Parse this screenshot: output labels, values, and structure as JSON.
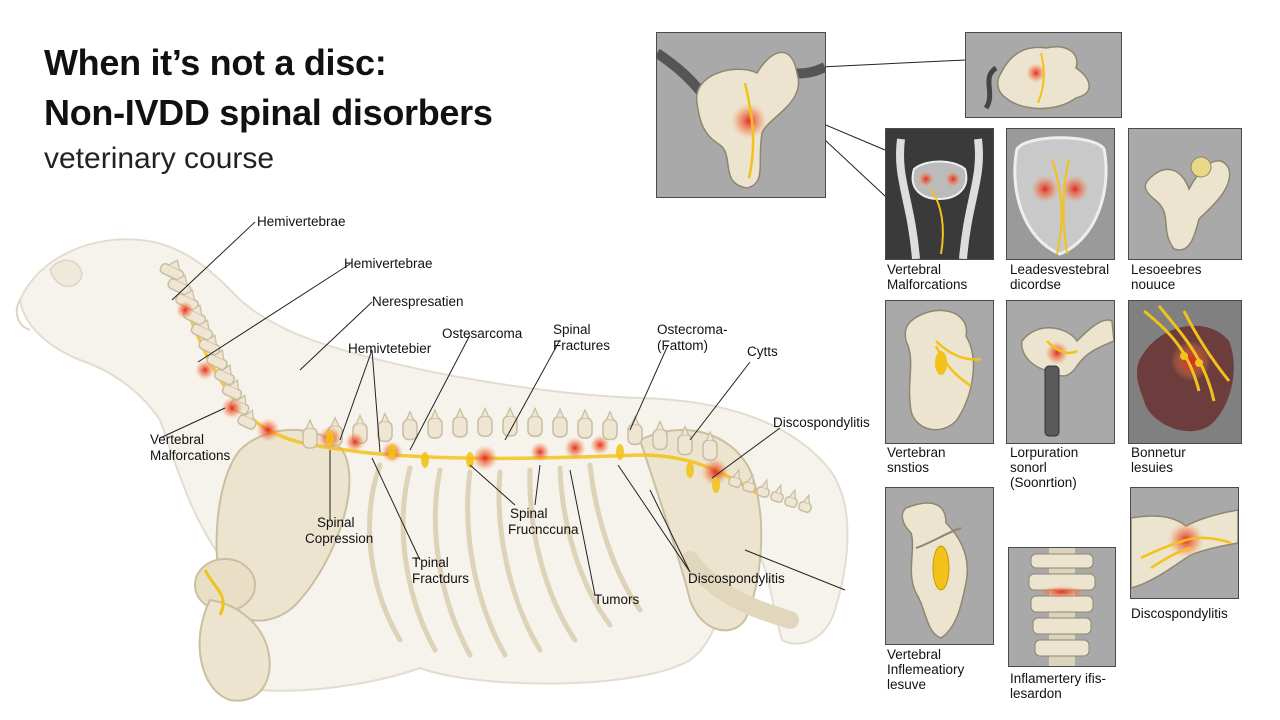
{
  "title": {
    "line1": "When it’s not a disc:",
    "line2": "Non-IVDD spinal disorbers"
  },
  "subtitle": "veterinary course",
  "labels": {
    "hemivertebrae_1": "Hemivertebrae",
    "hemivertebrae_2": "Hemivertebrae",
    "nerespresatien": "Nerespresatien",
    "osteosarcoma": "Ostesarcoma",
    "hemivertebier": "Hemivtetebier",
    "spinal_fractures_line1": "Spinal",
    "spinal_fractures_line2": "Fractures",
    "osteoma_line1": "Ostecroma-",
    "osteoma_line2": "(Fattom)",
    "cysts": "Cytts",
    "discospondylitis_1": "Discospondylitis",
    "vertebral_malf_line1": "Vertebral",
    "vertebral_malf_line2": "Malforcations",
    "spinal_comp_line1": "Spinal",
    "spinal_comp_line2": "Copression",
    "spinal_fruc_line1": "Spinal",
    "spinal_fruc_line2": "Frucnccuna",
    "tpinal_line1": "Tpinal",
    "tpinal_line2": "Fractdurs",
    "tumors": "Tumors",
    "discospondylitis_2": "Discospondylitis"
  },
  "panels": {
    "p1": {
      "line1": "Vertebral",
      "line2": "Malforcations"
    },
    "p2": {
      "line1": "Leadesvestebral",
      "line2": "dicordse"
    },
    "p3": {
      "line1": "Lesoeebres",
      "line2": "nouuce"
    },
    "p4": {
      "line1": "Vertebran",
      "line2": "snstios"
    },
    "p5": {
      "line1": "Lorpuration",
      "line2": "sonorl",
      "line3": "(Soonrtion)"
    },
    "p6": {
      "line1": "Bonnetur",
      "line2": "lesuies"
    },
    "p7": {
      "line1": "Vertebral",
      "line2": "Inflemeatiory",
      "line3": "lesuve"
    },
    "p8": {
      "line1": "Inflamertery ifis-",
      "line2": "lesardon"
    },
    "p9": {
      "line1": "Discospondylitis"
    }
  },
  "colors": {
    "bone": "#eee6d2",
    "bone_outline": "#c8bda2",
    "lesion_red": "#e0241c",
    "nerve_yellow": "#f3c21a",
    "panel_gray": "#a9a9a9"
  }
}
